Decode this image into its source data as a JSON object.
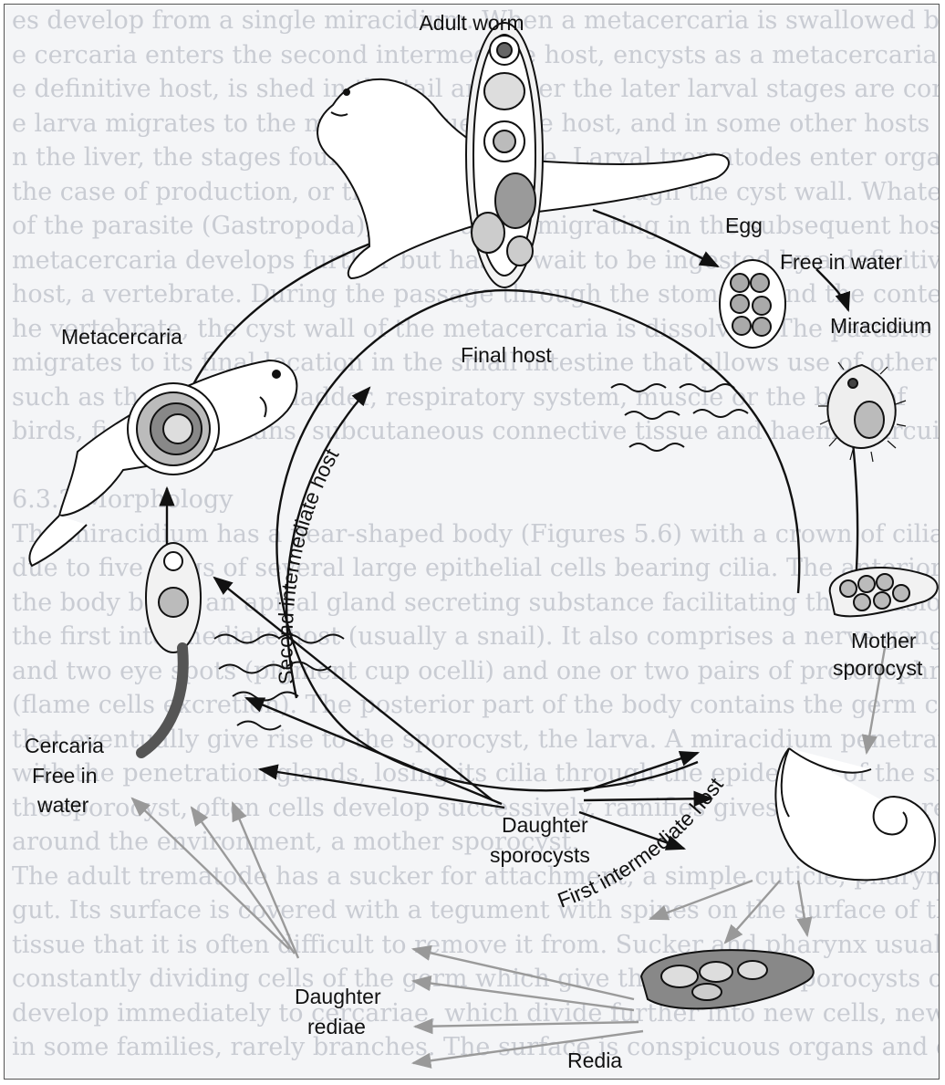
{
  "labels": {
    "adult_worm": "Adult worm",
    "egg": "Egg",
    "free_in_water_egg": "Free in water",
    "miracidium": "Miracidium",
    "mother_sporocyst_1": "Mother",
    "mother_sporocyst_2": "sporocyst",
    "daughter_sporocysts_1": "Daughter",
    "daughter_sporocysts_2": "sporocysts",
    "redia": "Redia",
    "daughter_rediae_1": "Daughter",
    "daughter_rediae_2": "rediae",
    "cercaria": "Cercaria",
    "free_in_water_cercaria_1": "Free in",
    "free_in_water_cercaria_2": "water",
    "metacercaria": "Metacercaria",
    "final_host": "Final host",
    "second_intermediate_host": "Second intermediate host",
    "first_intermediate_host": "First intermediate host"
  },
  "background_text": [
    "es develop from a single miracidium. When a metacercaria is swallowed by a sensitive vertebrate",
    "e cercaria enters the second intermediate host, encysts as a metacercaria, which matures in the",
    "e definitive host, is shed in the tail and after the later larval stages are completed. The",
    "e larva migrates to the muscle tissue of the host, and in some other hosts on the gut and",
    "n the liver, the stages found in the intestine. Larval trematodes enter organs of sporocysts in",
    "the case of production, or the larvae develop through the cyst wall. Whatever stage in the",
    "of the parasite (Gastropoda), Redia again migrating in the subsequent host",
    "metacercaria develops further but has to wait to be ingested by a definitive",
    "host, a vertebrate. During the passage through the stomach and the contents of",
    "he vertebrate, the cyst wall of the metacercaria is dissolved. The parasite the",
    "migrates to its final location in the small intestine that allows use of other organs",
    "such as the liver, gallbladder, respiratory system, muscle or the body of",
    "birds, fish, amphibians, subcutaneous connective tissue and haemal circuit.",
    "",
    "6.3.2 Morphology",
    "The miracidium has a pear-shaped body (Figures 5.6) with a crown of cilia arranged",
    "due to five rings of several large epithelial cells bearing cilia. The anterior part of",
    "the body bears an apical gland secreting substance facilitating the invasion of",
    "the first intermediate host (usually a snail). It also comprises a nerve ganglion",
    "and two eye spots (pigment cup ocelli) and one or two pairs of protonephridia",
    "(flame cells excretion). The posterior part of the body contains the germ cells",
    "that eventually give rise to the sporocyst, the larva. A miracidium penetrates",
    "with the penetration glands, losing its cilia through the epidermis of the snail,",
    "the sporocyst, often cells develop successively, ramifies gives rise to the rediae",
    "around the environment, a mother sporocyst.",
    "The adult trematode has a sucker for attachment, a simple cuticle, pharynx, mouth,",
    "gut. Its surface is covered with a tegument with spines on the surface of the host",
    "tissue that it is often difficult to remove it from. Sucker and pharynx usually filled with",
    "constantly dividing cells of the germ which give the daughter sporocysts or rediae",
    "develop immediately to cercariae, which divide further into new cells, new cells of own,",
    "in some families, rarely branches. The surface is conspicuous organs and colour"
  ]
}
